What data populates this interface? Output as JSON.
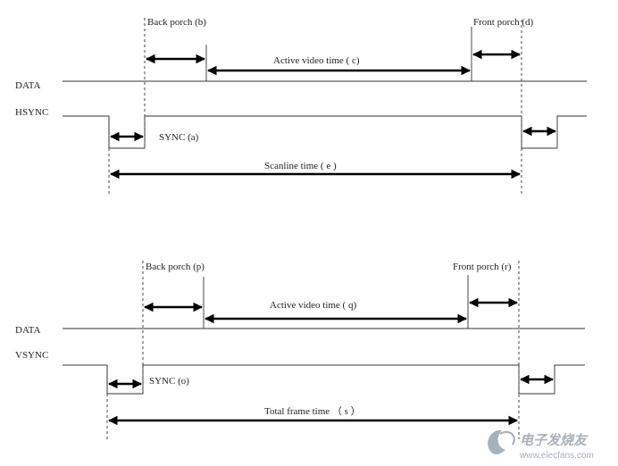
{
  "horizontal": {
    "data_label": "DATA",
    "sync_label": "HSYNC",
    "back_porch": "Back porch (b)",
    "front_porch": "Front porch (d)",
    "active_video": "Active video time ( c)",
    "sync": "SYNC (a)",
    "total": "Scanline time ( e )"
  },
  "vertical": {
    "data_label": "DATA",
    "sync_label": "VSYNC",
    "back_porch": "Back porch (p)",
    "front_porch": "Front porch (r)",
    "active_video": "Active video time ( q)",
    "sync": "SYNC (o)",
    "total": "Total frame time （ s ）"
  },
  "watermark": {
    "brand": "电子发烧友",
    "url": "www.elecfans.com"
  },
  "colors": {
    "line": "#333333",
    "arrow": "#000000",
    "text": "#222222",
    "watermark": "#9aa3ad"
  }
}
